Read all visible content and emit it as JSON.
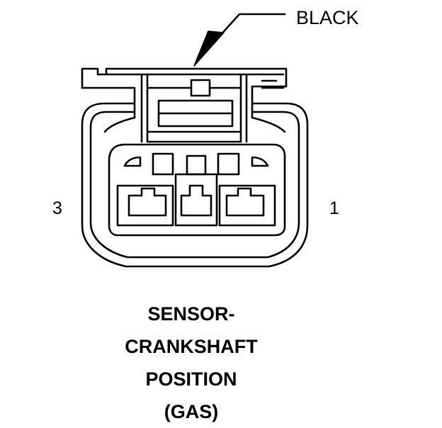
{
  "callout": {
    "label": "BLACK"
  },
  "pins": {
    "left": "3",
    "right": "1"
  },
  "title": {
    "lines": [
      "SENSOR-",
      "CRANKSHAFT",
      "POSITION",
      "(GAS)"
    ]
  },
  "colors": {
    "ink": "#000000",
    "background": "#ffffff"
  }
}
